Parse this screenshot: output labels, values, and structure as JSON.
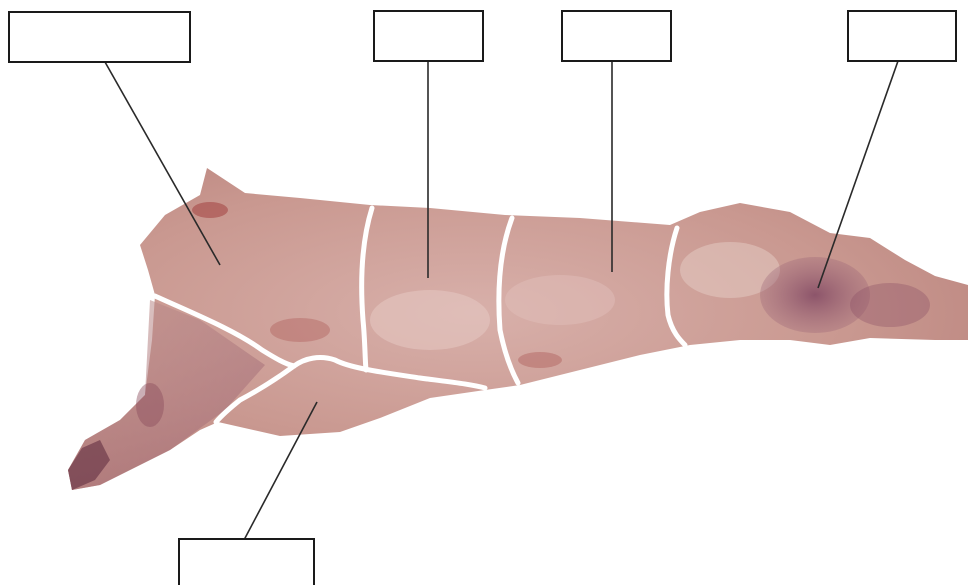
{
  "colors": {
    "meat_base": "#c99a94",
    "meat_light": "#dcb7b0",
    "meat_dark": "#b77a74",
    "meat_bruise": "#8a4e63",
    "seam": "#ffffff",
    "box_border": "#1a1a1a"
  },
  "labels": [
    {
      "id": "shoulder",
      "text": ""
    },
    {
      "id": "rack-front",
      "text": ""
    },
    {
      "id": "rack-rear",
      "text": ""
    },
    {
      "id": "leg",
      "text": ""
    },
    {
      "id": "breast",
      "text": ""
    }
  ]
}
